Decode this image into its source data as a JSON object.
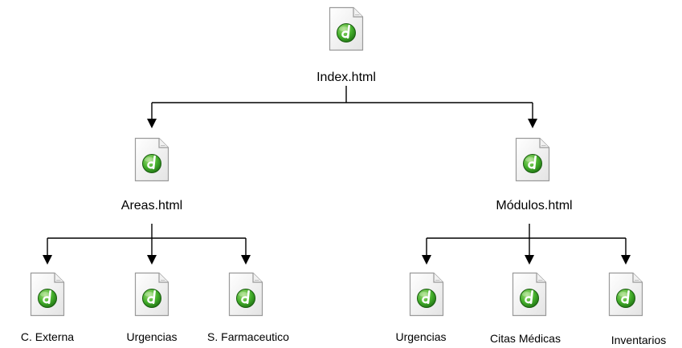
{
  "root": {
    "label": "Index.html",
    "icon": "dreamweaver-file-icon"
  },
  "branches": [
    {
      "label": "Areas.html",
      "icon": "dreamweaver-file-icon",
      "children": [
        {
          "label": "C. Externa",
          "icon": "dreamweaver-file-icon"
        },
        {
          "label": "Urgencias",
          "icon": "dreamweaver-file-icon"
        },
        {
          "label": "S. Farmaceutico",
          "icon": "dreamweaver-file-icon"
        }
      ]
    },
    {
      "label": "Módulos.html",
      "icon": "dreamweaver-file-icon",
      "children": [
        {
          "label": "Urgencias",
          "icon": "dreamweaver-file-icon"
        },
        {
          "label": "Citas Médicas",
          "icon": "dreamweaver-file-icon"
        },
        {
          "label": "Inventarios",
          "icon": "dreamweaver-file-icon"
        }
      ]
    }
  ],
  "colors": {
    "icon_green": "#3fae2a",
    "icon_green_dark": "#1e6e12",
    "page_fill": "#ffffff",
    "page_stroke": "#9a9a9a",
    "line": "#000000"
  }
}
